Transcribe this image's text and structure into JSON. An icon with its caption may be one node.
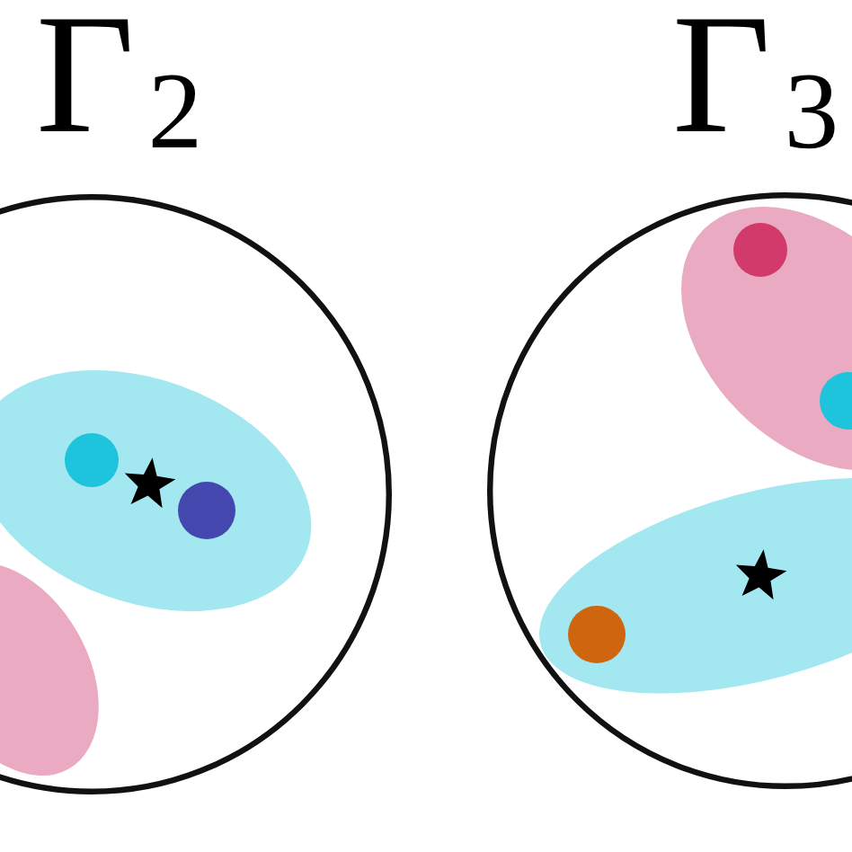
{
  "diagram": {
    "nodes": [
      {
        "text": [
          "Γ$_{2}$"
        ]
      },
      {
        "text": [],
        "shape": "ellipse",
        "in": 0
      },
      {
        "text": [],
        "shape": "ellipse",
        "in": 0
      },
      {
        "text": [
          "Γ$_{3}$"
        ]
      },
      {
        "text": [],
        "shape": "ellipse",
        "in": 3
      },
      {
        "text": [],
        "shape": "ellipse",
        "in": 3
      }
    ]
  }
}
